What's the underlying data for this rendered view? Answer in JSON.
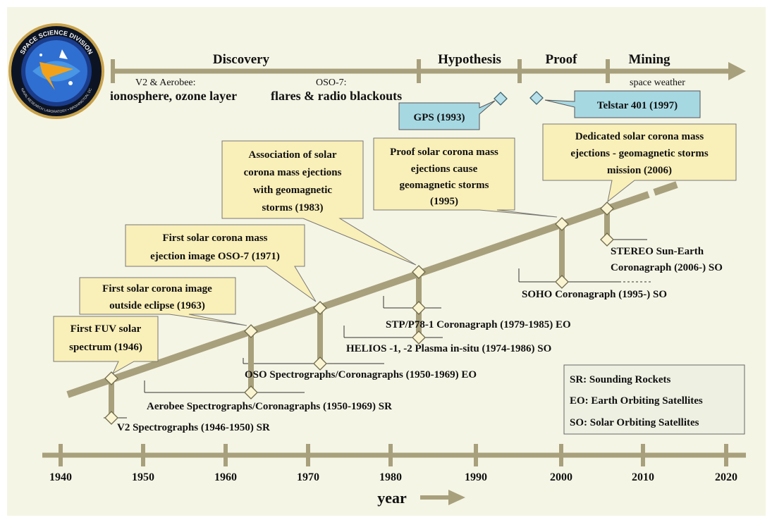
{
  "phases": [
    {
      "id": "discovery",
      "label": "Discovery"
    },
    {
      "id": "hypothesis",
      "label": "Hypothesis"
    },
    {
      "id": "proof",
      "label": "Proof"
    },
    {
      "id": "mining",
      "label": "Mining"
    }
  ],
  "top_notes": {
    "v2_small": "V2 & Aerobee:",
    "v2_big": "ionosphere, ozone layer",
    "oso_small": "OSO-7:",
    "oso_big": "flares & radio blackouts",
    "space_weather": "space weather"
  },
  "apps": {
    "gps": "GPS (1993)",
    "telstar": "Telstar 401 (1997)"
  },
  "callouts": {
    "c1946": [
      "First FUV solar",
      "spectrum  (1946)"
    ],
    "c1963": [
      "First solar corona image",
      "outside eclipse (1963)"
    ],
    "c1971": [
      "First solar corona mass",
      "ejection image OSO-7  (1971)"
    ],
    "c1983": [
      "Association of solar",
      "corona mass ejections",
      "with geomagnetic",
      "storms (1983)"
    ],
    "c1995": [
      "Proof solar corona mass",
      "ejections cause",
      "geomagnetic storms",
      "(1995)"
    ],
    "c2006": [
      "Dedicated solar corona mass",
      "ejections - geomagnetic storms",
      "mission (2006)"
    ]
  },
  "missions": {
    "v2": "V2 Spectrographs (1946-1950) SR",
    "aerobee": "Aerobee Spectrographs/Coronagraphs (1950-1969) SR",
    "oso": "OSO Spectrographs/Coronagraphs (1950-1969) EO",
    "helios": "HELIOS -1, -2 Plasma in-situ (1974-1986) SO",
    "stp": "STP/P78-1 Coronagraph (1979-1985) EO",
    "soho": "SOHO Coronagraph (1995-) SO",
    "stereo1": "STEREO Sun-Earth",
    "stereo2": "Coronagraph (2006-) SO"
  },
  "legend": [
    "SR: Sounding Rockets",
    "EO: Earth Orbiting Satellites",
    "SO: Solar Orbiting Satellites"
  ],
  "axis": {
    "ticks": [
      "1940",
      "1950",
      "1960",
      "1970",
      "1980",
      "1990",
      "2000",
      "2010",
      "2020"
    ],
    "label": "year"
  },
  "logo": {
    "text_top": "SPACE SCIENCE DIVISION",
    "text_bottom": "NAVAL RESEARCH LABORATORY • WASHINGTON, DC"
  },
  "colors": {
    "background": "#f5f5e6",
    "timeline": "#a8a07c",
    "callout_fill": "#f9efb8",
    "app_fill": "#a6d8e2"
  }
}
